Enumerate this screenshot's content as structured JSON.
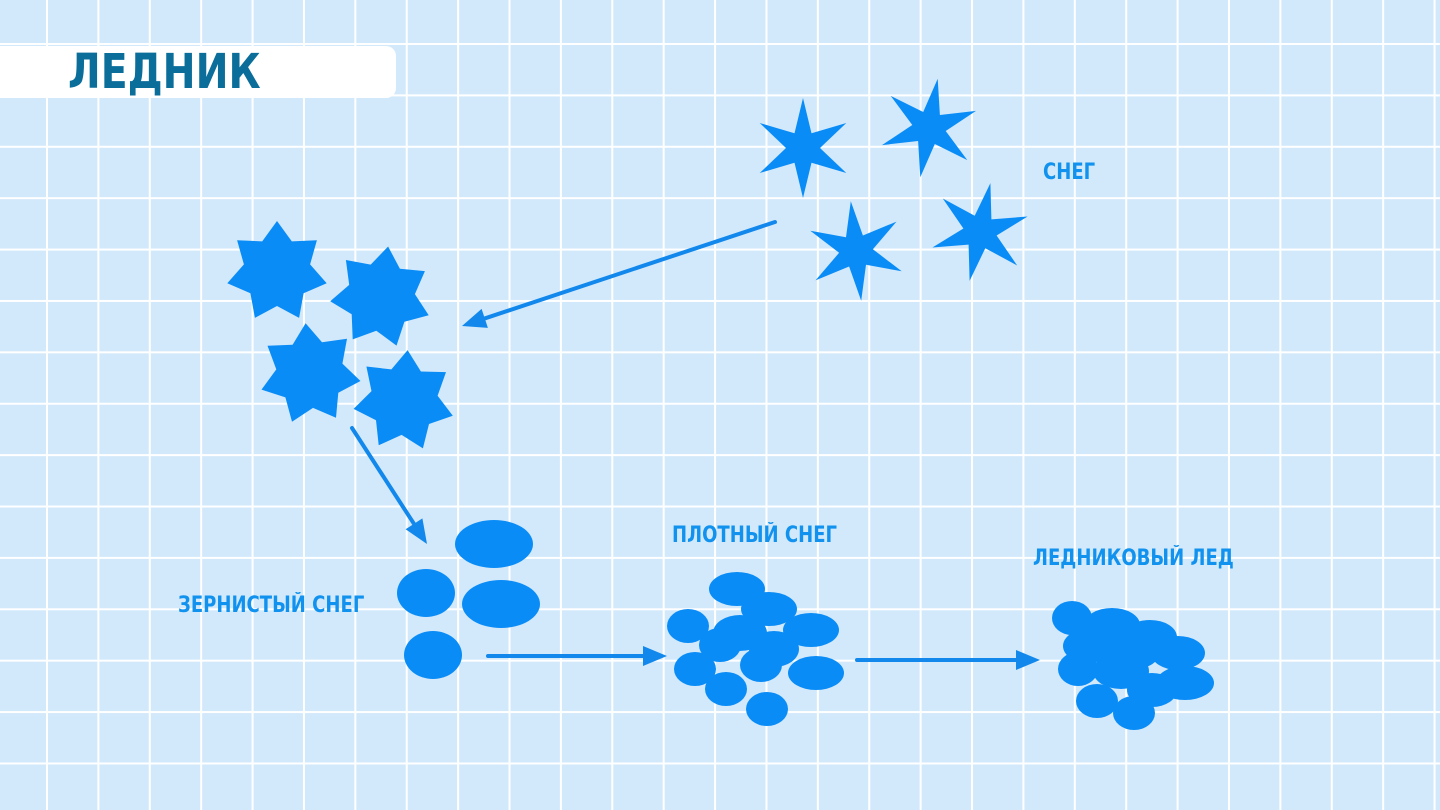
{
  "title": "ЛЕДНИК",
  "labels": {
    "snow": "СНЕГ",
    "granular_snow": "ЗЕРНИСТЫЙ СНЕГ",
    "dense_snow": "ПЛОТНЫЙ СНЕГ",
    "glacial_ice": "ЛЕДНИКОВЫЙ ЛЕД"
  },
  "colors": {
    "background": "#d2e9fb",
    "grid": "#ffffff",
    "shape": "#0a8cf7",
    "arrow": "#1288ec",
    "label": "#1192ee",
    "title": "#0a6d9a"
  },
  "icons": {
    "snowflake": "six-point-star-icon",
    "firn": "seven-point-star-icon",
    "grain": "ellipse-grain-icon",
    "arrow": "arrow-icon"
  }
}
